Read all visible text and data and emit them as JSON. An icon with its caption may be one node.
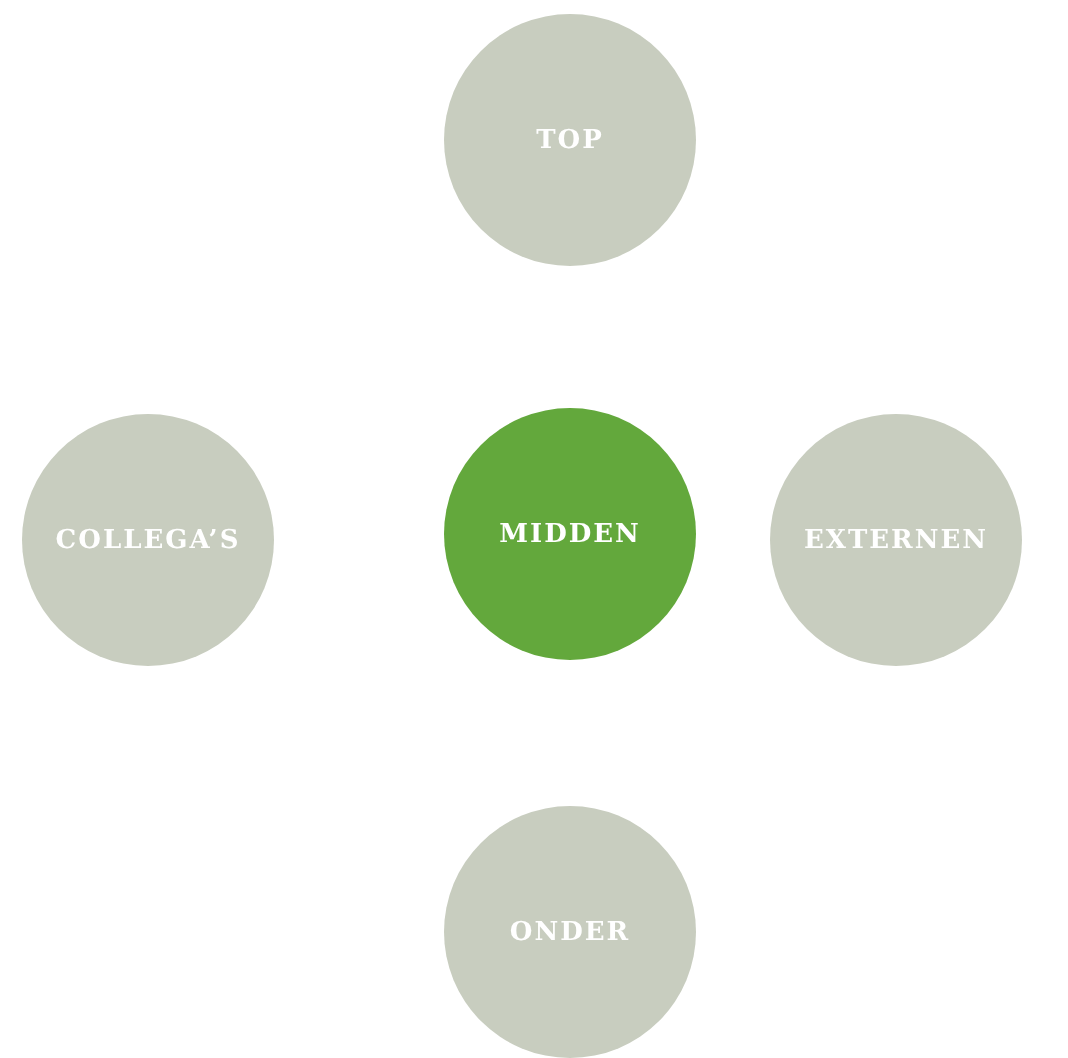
{
  "diagram": {
    "nodes": [
      {
        "text": [
          "TOP"
        ]
      },
      {
        "text": [
          "COLLEGA’S"
        ]
      },
      {
        "text": [
          "MIDDEN"
        ]
      },
      {
        "text": [
          "EXTERNEN"
        ]
      },
      {
        "text": [
          "ONDER"
        ]
      }
    ]
  }
}
